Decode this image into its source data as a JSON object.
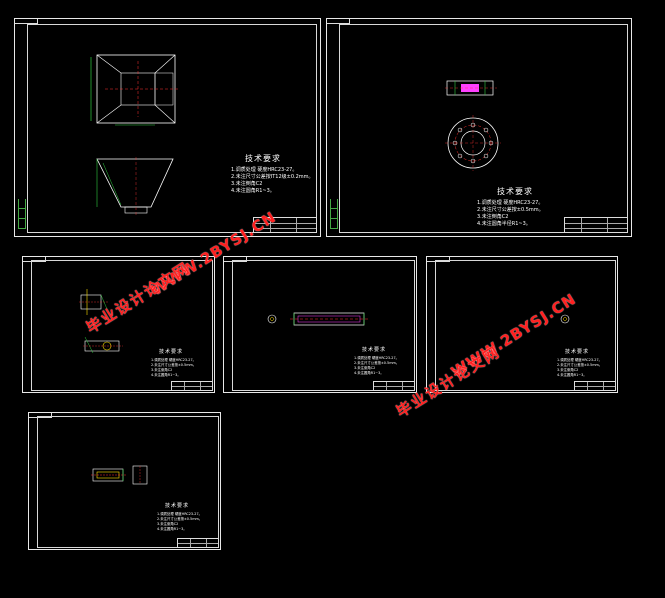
{
  "sheets": [
    {
      "notes_title": "技术要求",
      "notes": [
        "1.调质处理 硬度HRC23-27。",
        "2.未注尺寸公差按IT12级±0.2mm。",
        "3.未注倒角C2",
        "4.未注圆角R1~3。"
      ]
    },
    {
      "notes_title": "技术要求",
      "notes": [
        "1.调质处理 硬度HRC23-27。",
        "2.未注尺寸公差按±0.5mm。",
        "3.未注倒角C2",
        "4.未注圆角半径R1~3。"
      ]
    },
    {
      "notes_title": "技术要求",
      "notes": [
        "1.调质处理 硬度HRC23-27。",
        "2.未注尺寸公差按±0.5mm。",
        "3.未注倒角C2",
        "4.未注圆角R1~3。"
      ]
    },
    {
      "notes_title": "技术要求",
      "notes": [
        "1.调质处理 硬度HRC23-27。",
        "2.未注尺寸公差按±0.5mm。",
        "3.未注倒角C2",
        "4.未注圆角R1~3。"
      ]
    },
    {
      "notes_title": "技术要求",
      "notes": [
        "1.调质处理 硬度HRC23-27。",
        "2.未注尺寸公差按±0.5mm。",
        "3.未注倒角C2",
        "4.未注圆角R1~3。"
      ]
    },
    {
      "notes_title": "技术要求",
      "notes": [
        "1.调质处理 硬度HRC23-27。",
        "2.未注尺寸公差按±0.5mm。",
        "3.未注倒角C2",
        "4.未注圆角R1~3。"
      ]
    }
  ],
  "watermark": {
    "url": "WWW.2BYSJ.CN",
    "cn": "毕业设计论文网"
  },
  "colors": {
    "background": "#000000",
    "frame": "#e8e8e8",
    "geometry_white": "#ffffff",
    "geometry_green": "#2ecc40",
    "geometry_red": "#ff3030",
    "geometry_yellow": "#ffe000",
    "geometry_magenta": "#ff40ff",
    "watermark": "#ff2020"
  }
}
